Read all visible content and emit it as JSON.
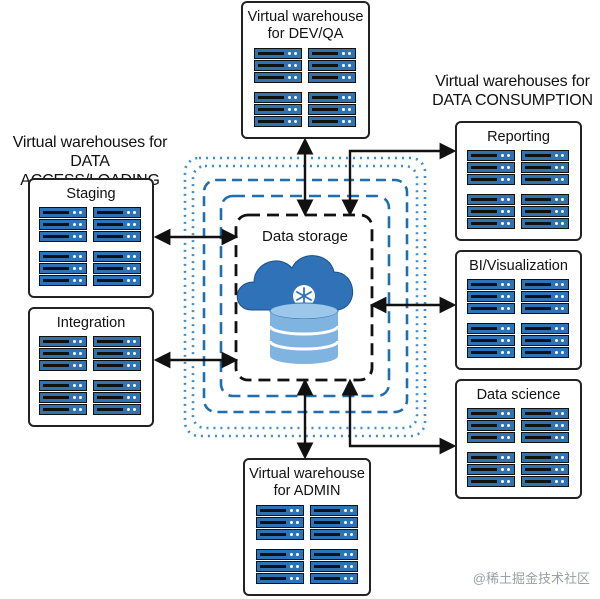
{
  "headings": {
    "loading": [
      "Virtual warehouses for",
      "DATA ACCESS/LOADING"
    ],
    "consumption": [
      "Virtual warehouses for",
      "DATA CONSUMPTION"
    ]
  },
  "core": {
    "label": "Data storage",
    "icon": "snowflake-database-icon"
  },
  "warehouses": {
    "devqa": [
      "Virtual warehouse",
      "for DEV/QA"
    ],
    "staging": "Staging",
    "integration": "Integration",
    "reporting": "Reporting",
    "bi": "BI/Visualization",
    "datascience": "Data science",
    "admin": [
      "Virtual warehouse",
      "for ADMIN"
    ]
  },
  "watermark": "@稀土掘金技术社区",
  "colors": {
    "server": "#2e74b5",
    "ring_light": "#3a8fd1",
    "ring_mid": "#1f6fb0",
    "ring_dark": "#111111",
    "cloud": "#2f72b8",
    "cylinder": "#7fb3e0"
  }
}
